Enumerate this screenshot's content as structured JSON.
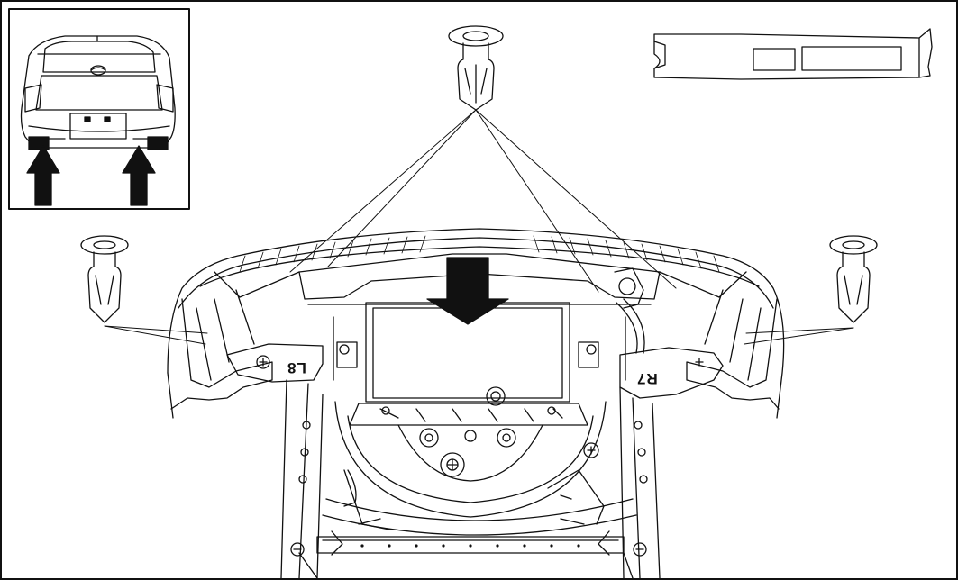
{
  "diagram": {
    "labels": {
      "left_bracket": "L8",
      "right_bracket": "R7"
    },
    "callouts": {
      "top_clip_lines": 4,
      "left_clip_lines": 2,
      "right_clip_lines": 2
    },
    "inset": {
      "arrows": 2
    }
  }
}
